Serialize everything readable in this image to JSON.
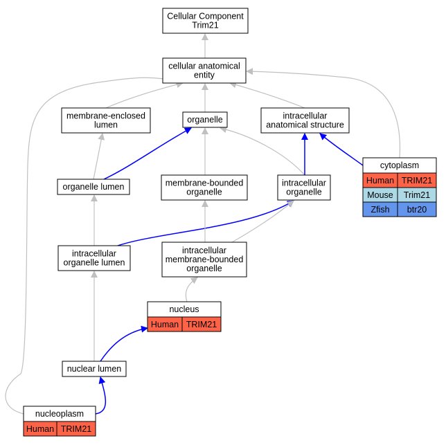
{
  "colors": {
    "gray_edge": "#c0c0c0",
    "blue_edge": "#0000ff",
    "human": "#ff6347",
    "mouse": "#add8e6",
    "zfish": "#6495ed",
    "node_border": "#000000"
  },
  "nodes": [
    {
      "id": "cc",
      "lines": [
        "Cellular Component",
        "Trim21"
      ]
    },
    {
      "id": "cae",
      "lines": [
        "cellular anatomical",
        "entity"
      ]
    },
    {
      "id": "mel",
      "lines": [
        "membrane-enclosed",
        "lumen"
      ]
    },
    {
      "id": "org",
      "lines": [
        "organelle"
      ]
    },
    {
      "id": "ias",
      "lines": [
        "intracellular",
        "anatomical structure"
      ]
    },
    {
      "id": "cyto",
      "lines": [
        "cytoplasm"
      ],
      "table": [
        [
          "Human",
          "TRIM21",
          "human"
        ],
        [
          "Mouse",
          "Trim21",
          "mouse"
        ],
        [
          "Zfish",
          "btr20",
          "zfish"
        ]
      ]
    },
    {
      "id": "orgl",
      "lines": [
        "organelle lumen"
      ]
    },
    {
      "id": "mbo",
      "lines": [
        "membrane-bounded",
        "organelle"
      ]
    },
    {
      "id": "io",
      "lines": [
        "intracellular",
        "organelle"
      ]
    },
    {
      "id": "iol",
      "lines": [
        "intracellular",
        "organelle lumen"
      ]
    },
    {
      "id": "imbo",
      "lines": [
        "intracellular",
        "membrane-bounded",
        "organelle"
      ]
    },
    {
      "id": "nuc",
      "lines": [
        "nucleus"
      ],
      "table": [
        [
          "Human",
          "TRIM21",
          "human"
        ]
      ]
    },
    {
      "id": "nl",
      "lines": [
        "nuclear lumen"
      ]
    },
    {
      "id": "np",
      "lines": [
        "nucleoplasm"
      ],
      "table": [
        [
          "Human",
          "TRIM21",
          "human"
        ]
      ]
    }
  ],
  "edges": [
    {
      "from": "cae",
      "to": "cc",
      "kind": "gray"
    },
    {
      "from": "mel",
      "to": "cae",
      "kind": "gray"
    },
    {
      "from": "org",
      "to": "cae",
      "kind": "gray"
    },
    {
      "from": "ias",
      "to": "cae",
      "kind": "gray"
    },
    {
      "from": "cyto",
      "to": "cae",
      "kind": "gray"
    },
    {
      "from": "np",
      "to": "cae",
      "kind": "gray"
    },
    {
      "from": "orgl",
      "to": "mel",
      "kind": "gray"
    },
    {
      "from": "orgl",
      "to": "org",
      "kind": "blue"
    },
    {
      "from": "mbo",
      "to": "org",
      "kind": "gray"
    },
    {
      "from": "io",
      "to": "org",
      "kind": "gray"
    },
    {
      "from": "io",
      "to": "ias",
      "kind": "blue"
    },
    {
      "from": "cyto",
      "to": "ias",
      "kind": "blue"
    },
    {
      "from": "iol",
      "to": "orgl",
      "kind": "gray"
    },
    {
      "from": "iol",
      "to": "io",
      "kind": "blue"
    },
    {
      "from": "imbo",
      "to": "mbo",
      "kind": "gray"
    },
    {
      "from": "imbo",
      "to": "io",
      "kind": "gray"
    },
    {
      "from": "nuc",
      "to": "imbo",
      "kind": "gray"
    },
    {
      "from": "nl",
      "to": "iol",
      "kind": "gray"
    },
    {
      "from": "nl",
      "to": "nuc",
      "kind": "blue"
    },
    {
      "from": "np",
      "to": "nl",
      "kind": "blue"
    }
  ]
}
